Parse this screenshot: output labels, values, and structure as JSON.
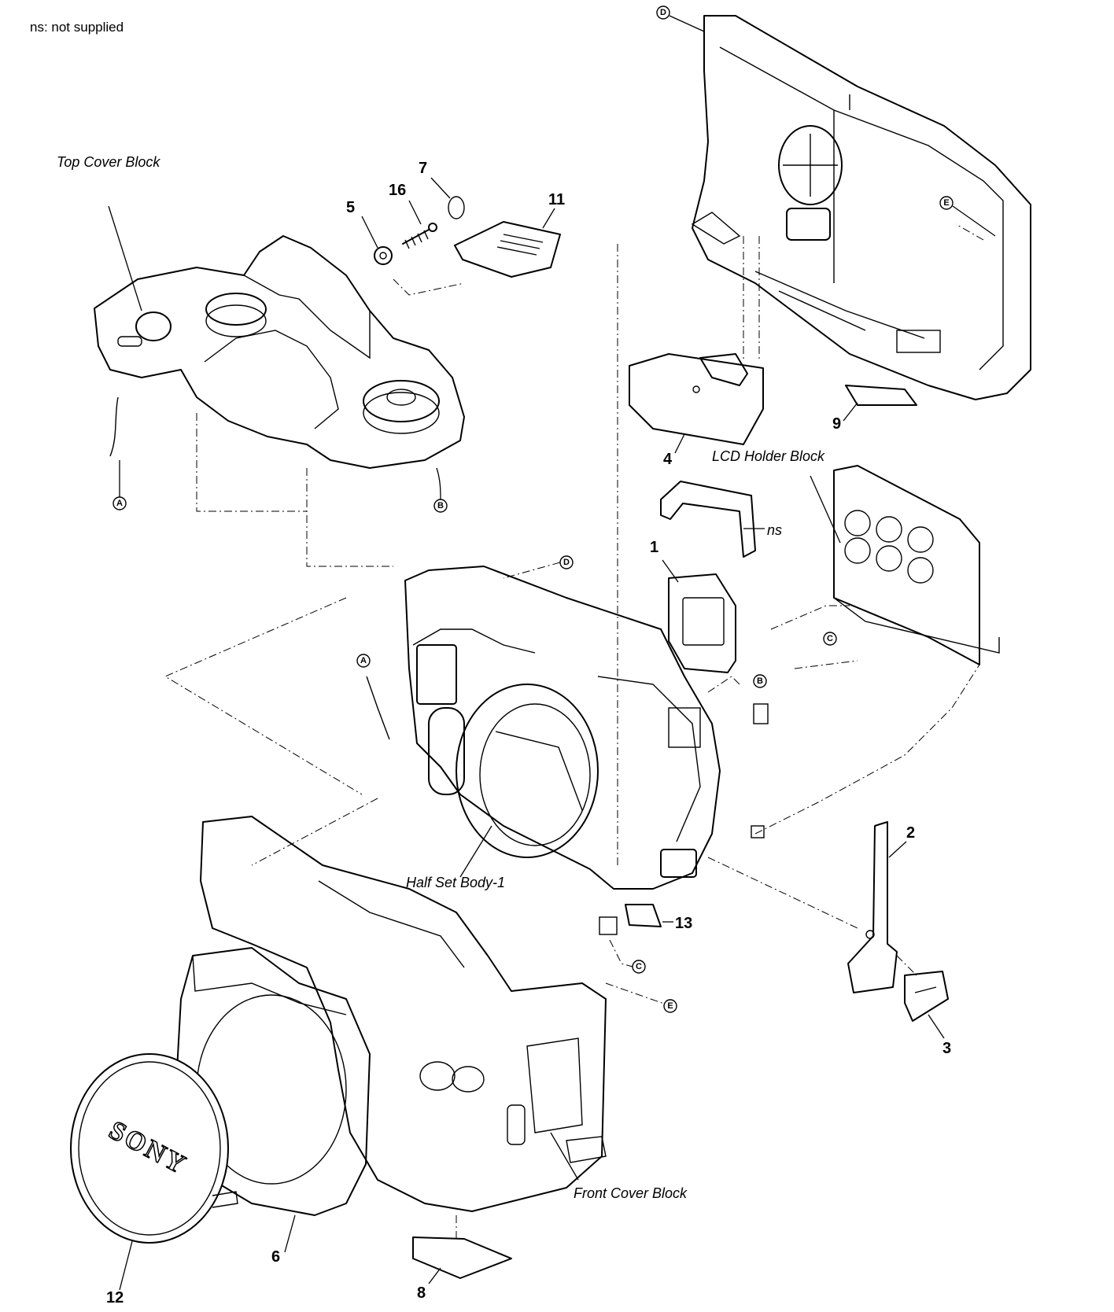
{
  "note": "ns: not supplied",
  "blocks": {
    "top_cover": "Top Cover Block",
    "lcd_holder": "LCD Holder Block",
    "half_set_body": "Half Set Body-1",
    "front_cover": "Front Cover Block"
  },
  "ns_label": "ns",
  "logo_text": "SONY",
  "callouts": {
    "p1": "1",
    "p2": "2",
    "p3": "3",
    "p4": "4",
    "p5": "5",
    "p6": "6",
    "p7": "7",
    "p8": "8",
    "p9": "9",
    "p11": "11",
    "p12": "12",
    "p13": "13",
    "p16": "16"
  },
  "connectors": {
    "A": "A",
    "B": "B",
    "C": "C",
    "D": "D",
    "E": "E"
  }
}
